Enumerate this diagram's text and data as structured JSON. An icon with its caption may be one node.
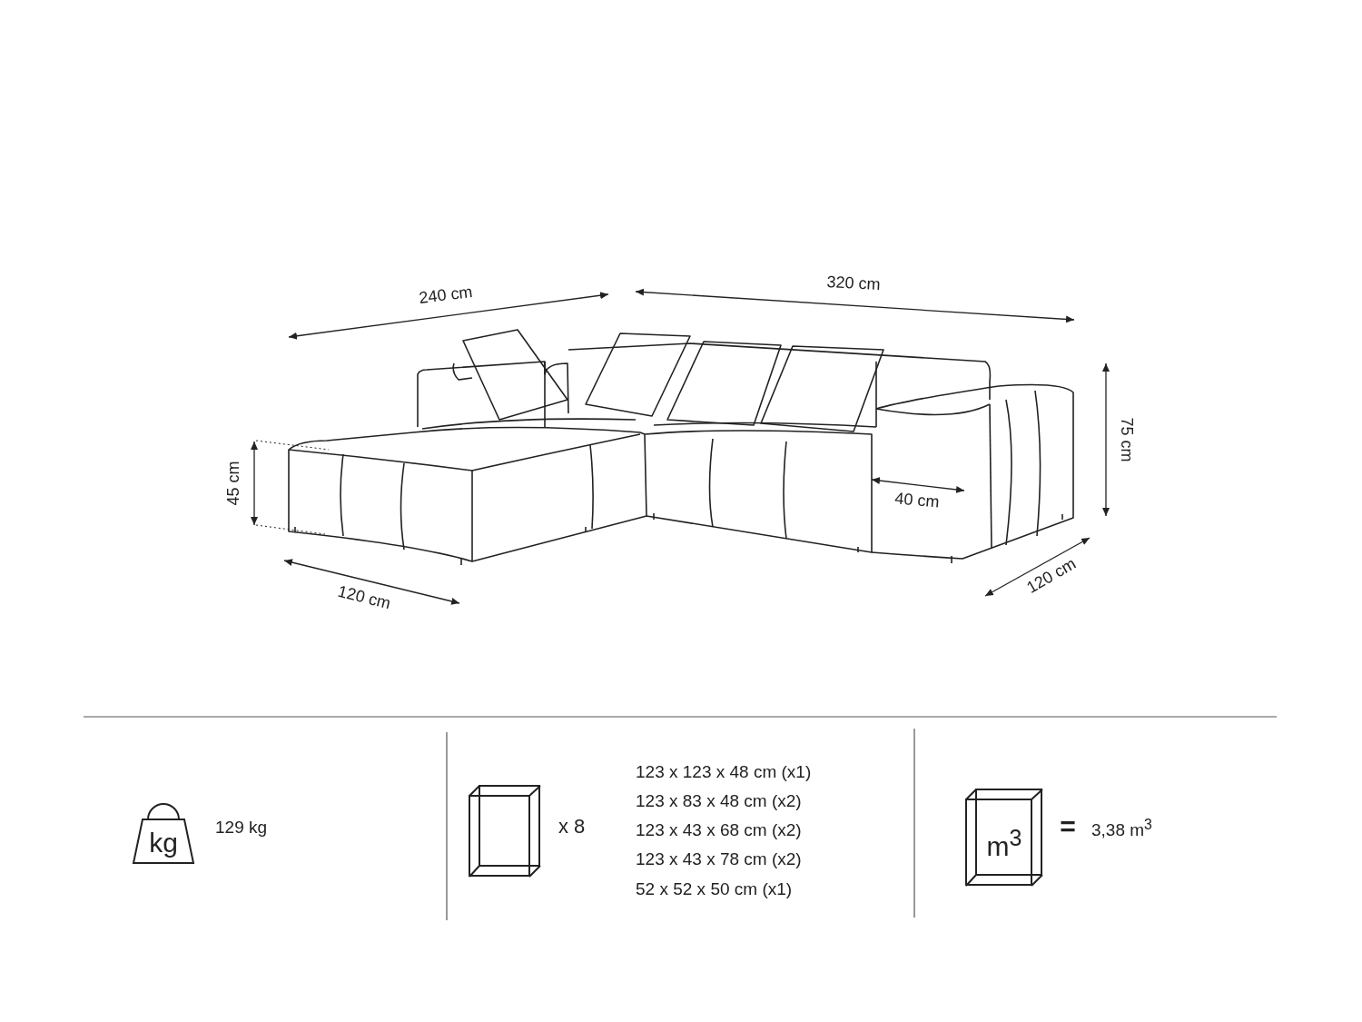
{
  "diagram": {
    "nodes": [
      {
        "text": [
          "kg"
        ],
        "beside": [
          "129 kg"
        ]
      },
      {
        "text": [],
        "shape": "box",
        "beside": [
          "x 8"
        ]
      },
      {
        "text": [
          "m$^{3}$"
        ],
        "beside": [
          "3,38 m$^{3}$"
        ]
      }
    ],
    "edges": [],
    "labels": [
      "240 cm",
      "320 cm",
      "75 cm",
      "45 cm",
      "40 cm",
      "120 cm",
      "120 cm",
      "123 x 123 x 48 cm (x1)",
      "123 x 83 x 48 cm (x2)",
      "123 x 43 x 68 cm (x2)",
      "123 x 43 x 78 cm (x2)",
      "52 x 52 x 50 cm (x1)",
      "="
    ]
  }
}
